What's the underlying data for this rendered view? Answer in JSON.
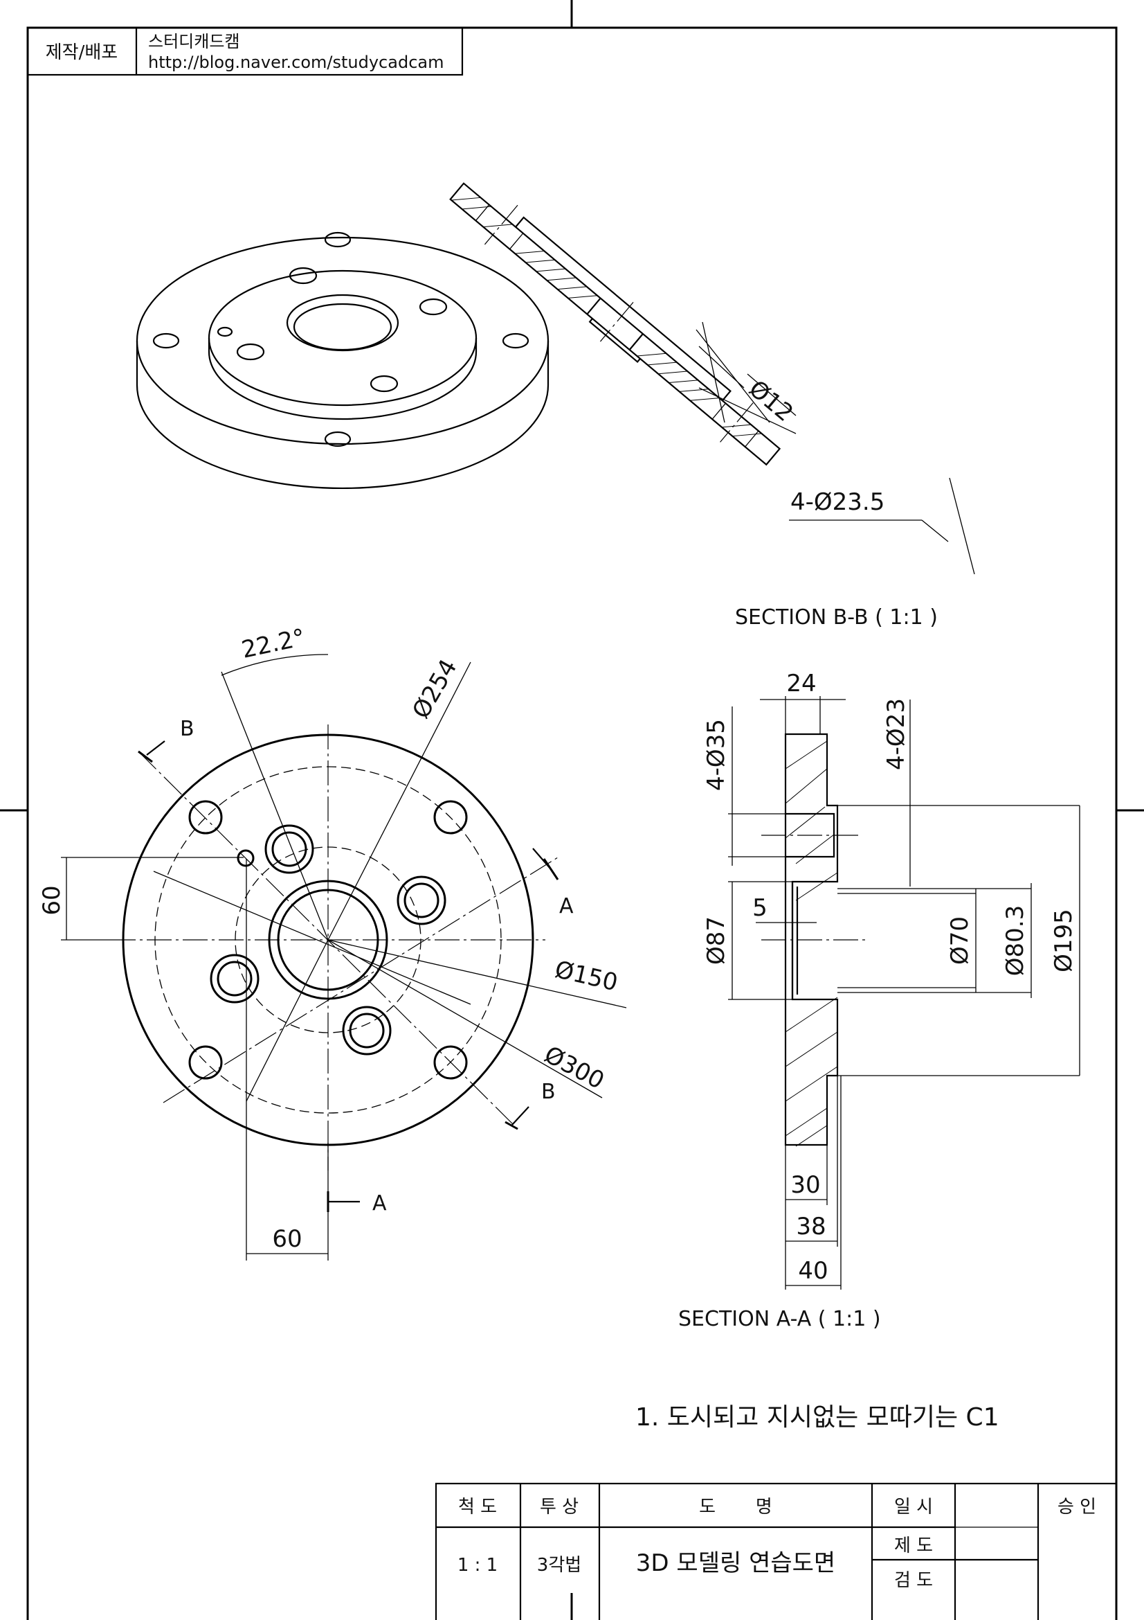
{
  "header": {
    "distribution_label": "제작/배포",
    "brand": "스터디캐드캠",
    "url": "http://blog.naver.com/studycadcam"
  },
  "section_bb": {
    "title": "SECTION B-B ( 1:1 )",
    "dims": {
      "bolt_hole": "Ø12",
      "hole_pattern": "4-Ø23.5"
    }
  },
  "front_view": {
    "dims": {
      "angle": "22.2°",
      "pcd_254": "Ø254",
      "bore_150": "Ø150",
      "outer_300": "Ø300",
      "vertical_60": "60",
      "horizontal_60": "60"
    },
    "section_markers": {
      "a_label": "A",
      "b_label": "B"
    }
  },
  "section_aa": {
    "title": "SECTION A-A ( 1:1 )",
    "dims": {
      "width_24": "24",
      "holes_35": "4-Ø35",
      "holes_23": "4-Ø23",
      "dia_87": "Ø87",
      "depth_5": "5",
      "dia_70": "Ø70",
      "dia_80_3": "Ø80.3",
      "dia_195": "Ø195",
      "width_30": "30",
      "width_38": "38",
      "width_40": "40"
    }
  },
  "note": "1. 도시되고 지시없는 모따기는 C1",
  "title_block": {
    "scale_label": "척 도",
    "scale_value": "1 : 1",
    "projection_label": "투 상",
    "projection_value": "3각법",
    "name_label": "도       명",
    "name_value": "3D 모델링 연습도면",
    "date_label": "일 시",
    "drawn_label": "제 도",
    "checked_label": "검 도",
    "approve_label": "승 인"
  }
}
